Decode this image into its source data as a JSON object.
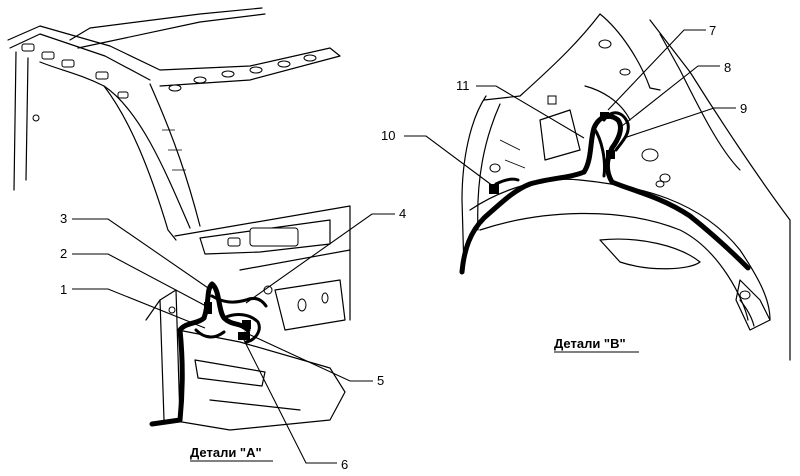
{
  "detail_a": {
    "caption": "Детали \"A\"",
    "callouts": [
      "1",
      "2",
      "3",
      "4",
      "5",
      "6"
    ]
  },
  "detail_b": {
    "caption": "Детали \"B\"",
    "callouts": [
      "7",
      "8",
      "9",
      "10",
      "11"
    ]
  }
}
